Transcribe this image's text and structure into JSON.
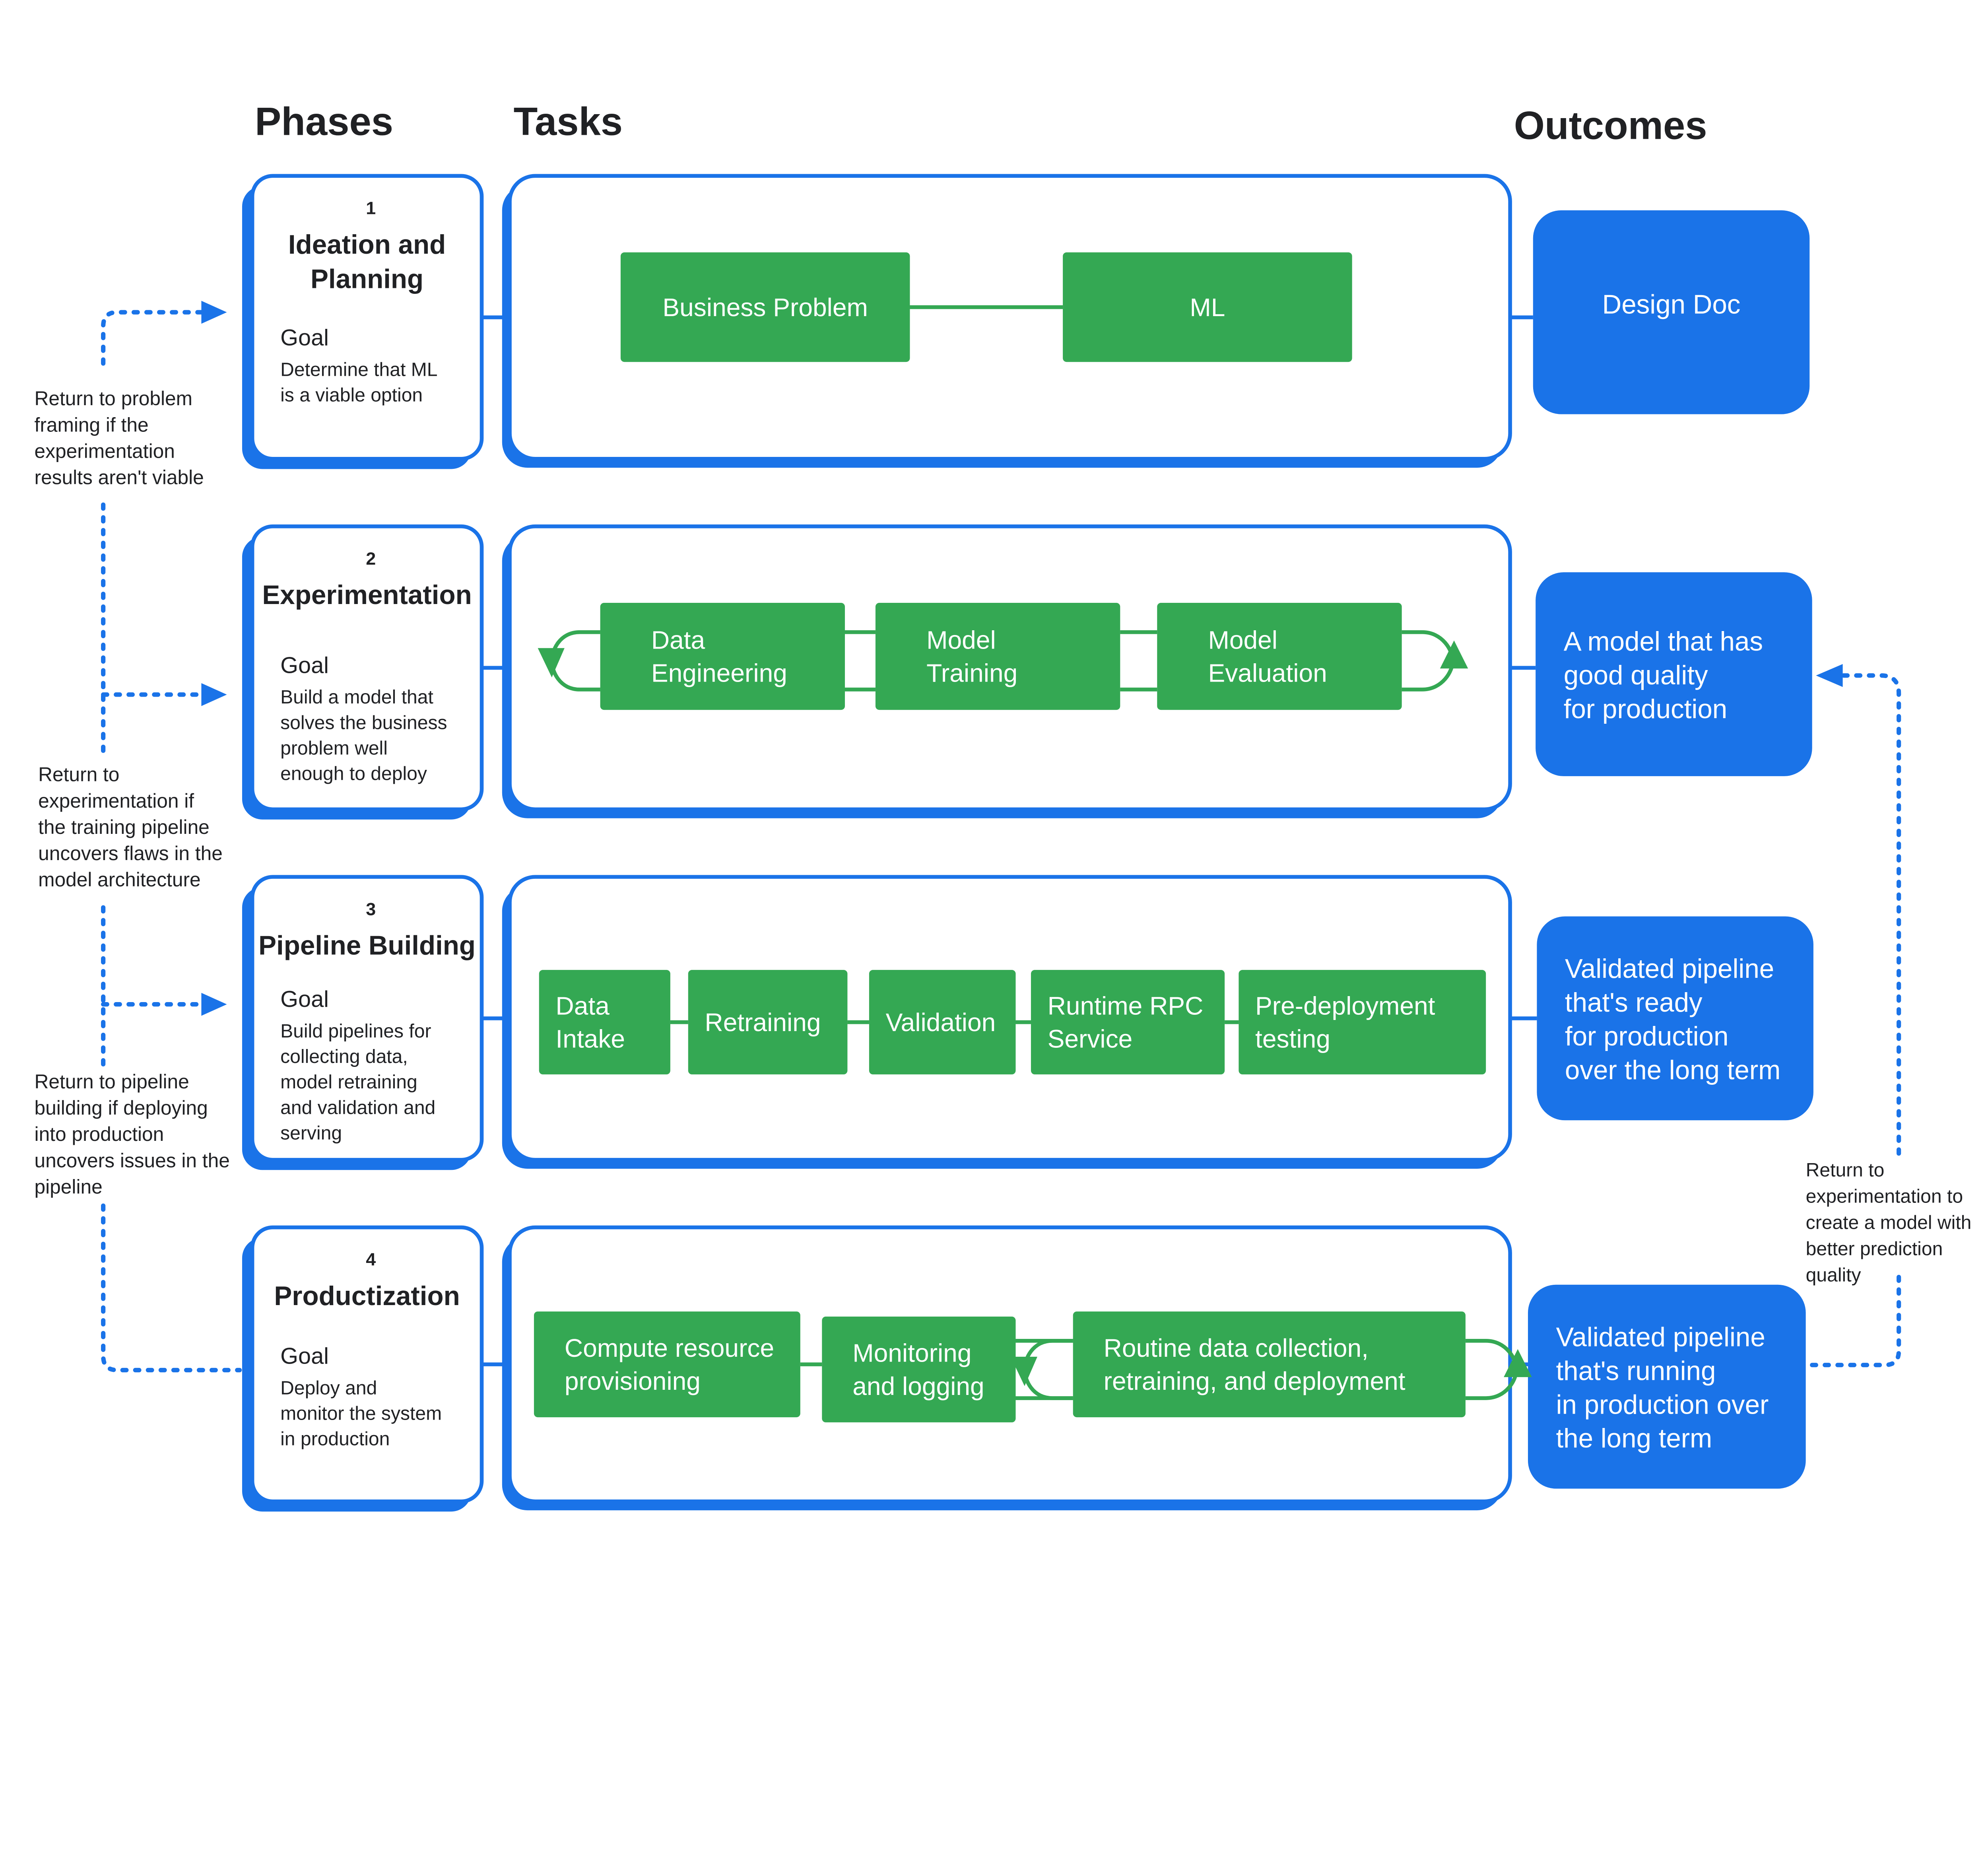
{
  "colors": {
    "blue": "#1a73e8",
    "green": "#34a853",
    "text": "#202124"
  },
  "headers": {
    "phases": "Phases",
    "tasks": "Tasks",
    "outcomes": "Outcomes"
  },
  "phases": [
    {
      "number": "1",
      "title": [
        "Ideation and",
        "Planning"
      ],
      "goal_label": "Goal",
      "goal": [
        "Determine that ML",
        "is a viable option"
      ],
      "tasks": [
        [
          "Business Problem"
        ],
        [
          "ML"
        ]
      ],
      "outcome": [
        "Design Doc"
      ]
    },
    {
      "number": "2",
      "title": [
        "Experimentation"
      ],
      "goal_label": "Goal",
      "goal": [
        "Build a model that",
        "solves the business",
        "problem well",
        "enough to deploy"
      ],
      "tasks": [
        [
          "Data",
          "Engineering"
        ],
        [
          "Model",
          "Training"
        ],
        [
          "Model",
          "Evaluation"
        ]
      ],
      "outcome": [
        "A model that has",
        "good quality",
        "for production"
      ]
    },
    {
      "number": "3",
      "title": [
        "Pipeline Building"
      ],
      "goal_label": "Goal",
      "goal": [
        "Build pipelines for",
        "collecting data,",
        "model retraining",
        "and validation and",
        "serving"
      ],
      "tasks": [
        [
          "Data",
          "Intake"
        ],
        [
          "Retraining"
        ],
        [
          "Validation"
        ],
        [
          "Runtime RPC",
          "Service"
        ],
        [
          "Pre-deployment",
          "testing"
        ]
      ],
      "outcome": [
        "Validated pipeline",
        "that's ready",
        "for production",
        "over the long term"
      ]
    },
    {
      "number": "4",
      "title": [
        "Productization"
      ],
      "goal_label": "Goal",
      "goal": [
        "Deploy and",
        "monitor the system",
        "in production"
      ],
      "tasks": [
        [
          "Compute  resource",
          "provisioning"
        ],
        [
          "Monitoring",
          "and logging"
        ],
        [
          "Routine data collection,",
          "retraining, and deployment"
        ]
      ],
      "outcome": [
        "Validated pipeline",
        "that's running",
        "in production over",
        "the long term"
      ]
    }
  ],
  "notes": [
    [
      "Return to problem",
      "framing if the",
      "experimentation",
      "results aren't viable"
    ],
    [
      "Return to",
      "experimentation if",
      "the training pipeline",
      "uncovers flaws in the",
      "model architecture"
    ],
    [
      "Return to pipeline",
      "building if deploying",
      "into production",
      "uncovers issues in the",
      "pipeline"
    ],
    [
      "Return to",
      "experimentation to",
      "create a model with",
      "better prediction",
      "quality"
    ]
  ]
}
